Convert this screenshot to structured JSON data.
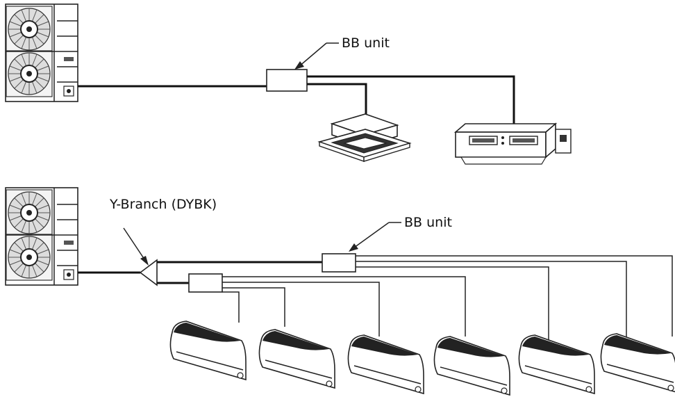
{
  "labels": {
    "bb_unit_top": "BB unit",
    "y_branch": "Y-Branch (DYBK)",
    "bb_unit_bottom": "BB unit"
  },
  "icons": {
    "outdoor_unit": "outdoor-unit-icon",
    "cassette_unit": "ceiling-cassette-unit-icon",
    "ducted_unit": "ducted-unit-icon",
    "wall_unit": "wall-mounted-unit-icon",
    "y_branch": "y-branch-icon",
    "bb_box": "bb-unit-icon"
  },
  "counts": {
    "wall_units": 6
  }
}
